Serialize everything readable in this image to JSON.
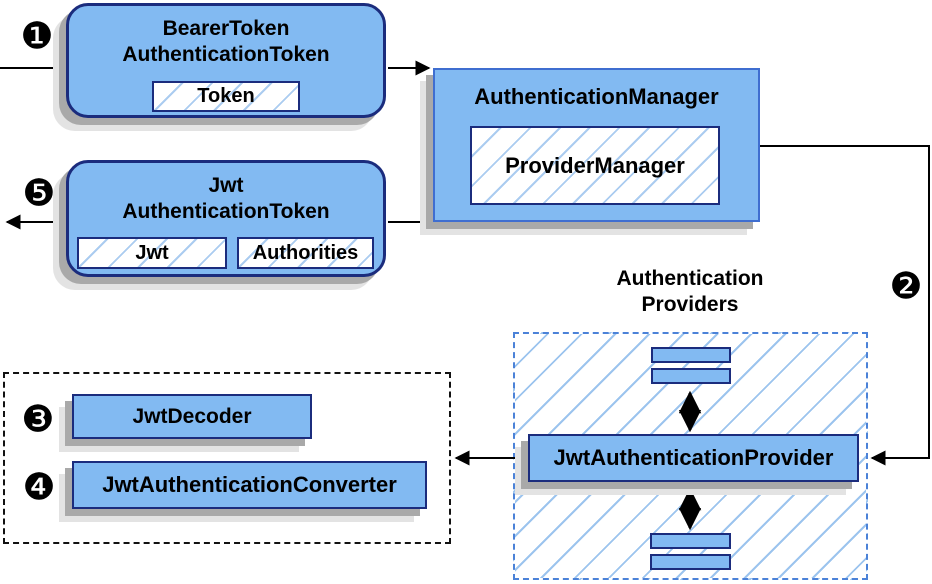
{
  "colors": {
    "box_fill": "#82baf2",
    "box_border_navy": "#1b2c7d",
    "manager_border_blue": "#3f6ed0",
    "hatch_line": "#abccf0",
    "dashed_blue_border": "#4b82d8",
    "shadow_dark": "#a9a9a9",
    "shadow_light": "#e3e3e3",
    "arrow": "#000000"
  },
  "nodes": {
    "bearer_token": {
      "title_line1": "BearerToken",
      "title_line2": "AuthenticationToken",
      "token_label": "Token"
    },
    "auth_manager": {
      "title": "AuthenticationManager",
      "provider_manager_label": "ProviderManager"
    },
    "jwt_token": {
      "title_line1": "Jwt",
      "title_line2": "AuthenticationToken",
      "jwt_label": "Jwt",
      "authorities_label": "Authorities"
    },
    "auth_providers": {
      "title_line1": "Authentication",
      "title_line2": "Providers",
      "provider_label": "JwtAuthenticationProvider"
    },
    "jwt_support": {
      "decoder_label": "JwtDecoder",
      "converter_label": "JwtAuthenticationConverter"
    }
  },
  "steps": {
    "one": "❶",
    "two": "❷",
    "three": "❸",
    "four": "❹",
    "five": "❺"
  }
}
